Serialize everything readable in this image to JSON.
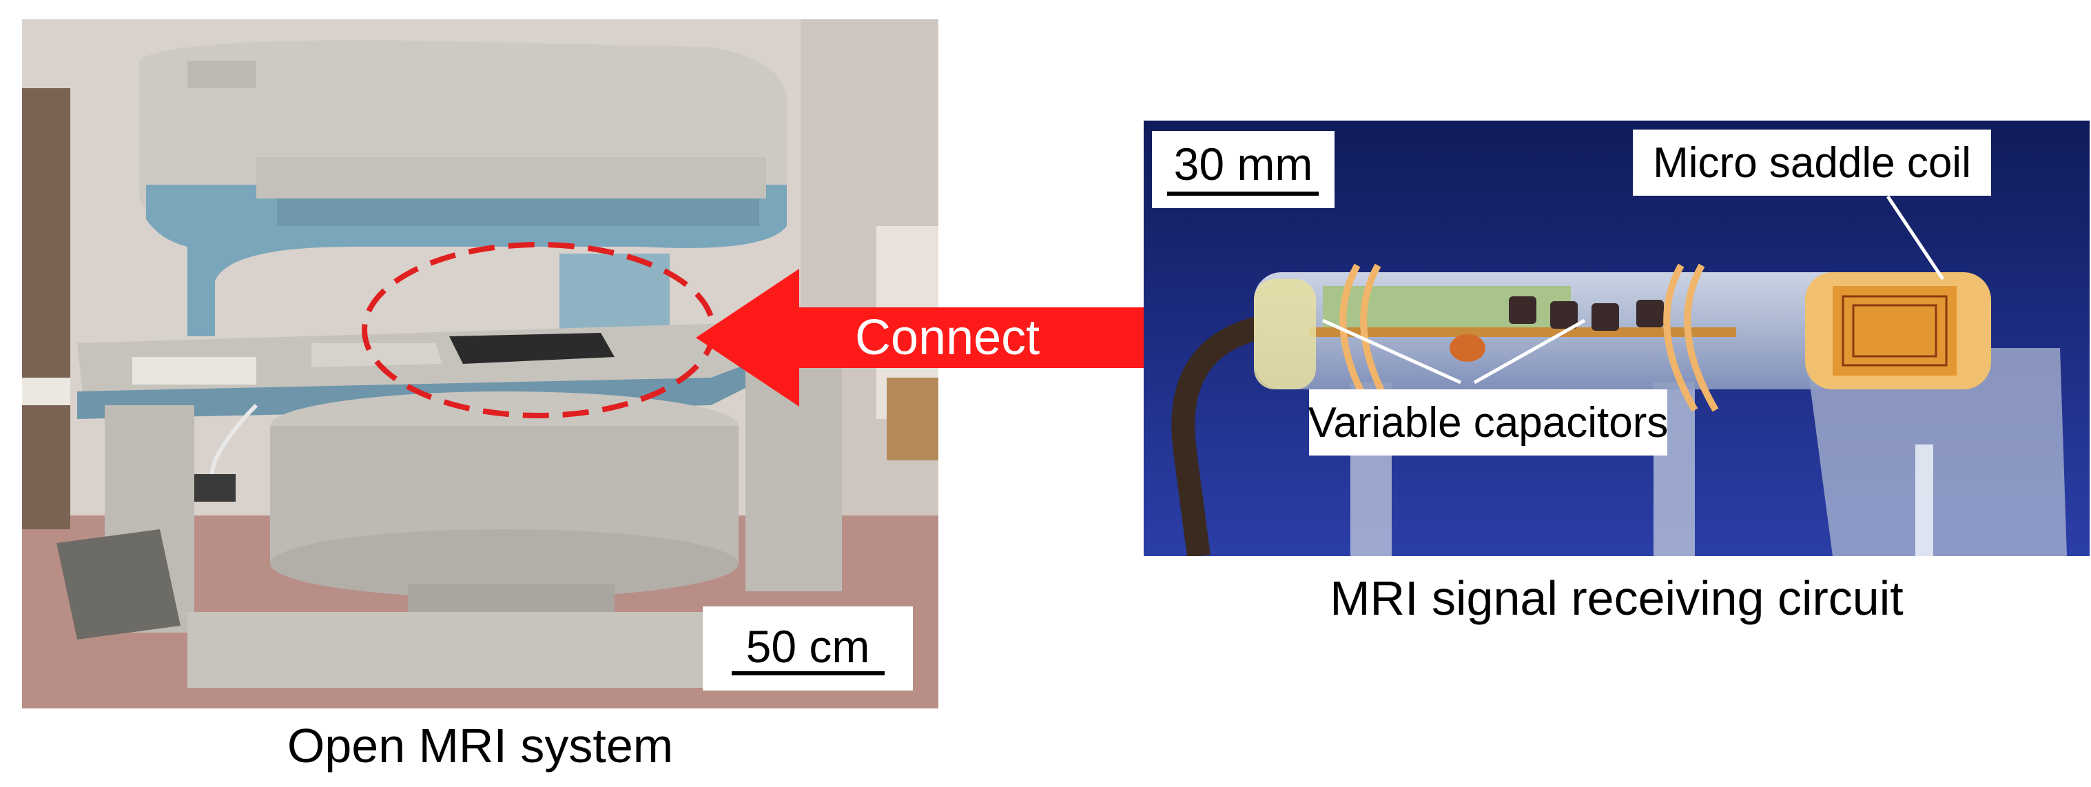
{
  "left_panel": {
    "caption": "Open MRI system",
    "scale_label": "50 cm"
  },
  "connector": {
    "label": "Connect",
    "color": "#ff1a1a"
  },
  "right_panel": {
    "caption": "MRI signal receiving circuit",
    "scale_label": "30 mm",
    "annotations": {
      "coil": "Micro saddle coil",
      "capacitors": "Variable capacitors"
    }
  },
  "colors": {
    "highlight_ellipse": "#e02020",
    "right_photo_background": "#1f2f8a"
  }
}
